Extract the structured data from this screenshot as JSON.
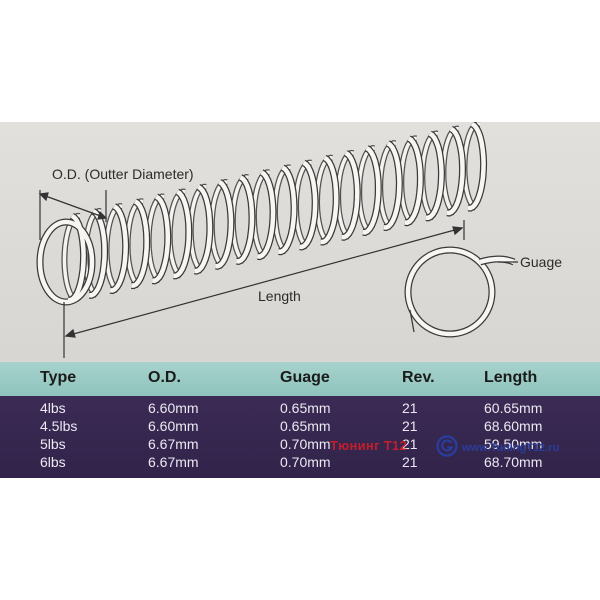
{
  "labels": {
    "outer_diameter": "O.D. (Outter Diameter)",
    "length": "Length",
    "guage": "Guage"
  },
  "table": {
    "headers": [
      "Type",
      "O.D.",
      "Guage",
      "Rev.",
      "Length"
    ],
    "rows": [
      [
        "4lbs",
        "6.60mm",
        "0.65mm",
        "21",
        "60.65mm"
      ],
      [
        "4.5lbs",
        "6.60mm",
        "0.65mm",
        "21",
        "68.60mm"
      ],
      [
        "5lbs",
        "6.67mm",
        "0.70mm",
        "21",
        "59.50mm"
      ],
      [
        "6lbs",
        "6.67mm",
        "0.70mm",
        "21",
        "68.70mm"
      ]
    ]
  },
  "watermark": {
    "text": "Тюнинг Т12",
    "url": "www.TuningT12.ru"
  },
  "colors": {
    "header_band": "#9fcdc7",
    "body_band": "#36284f",
    "watermark_red": "#c41e2a",
    "watermark_blue": "#2a3d9a"
  }
}
